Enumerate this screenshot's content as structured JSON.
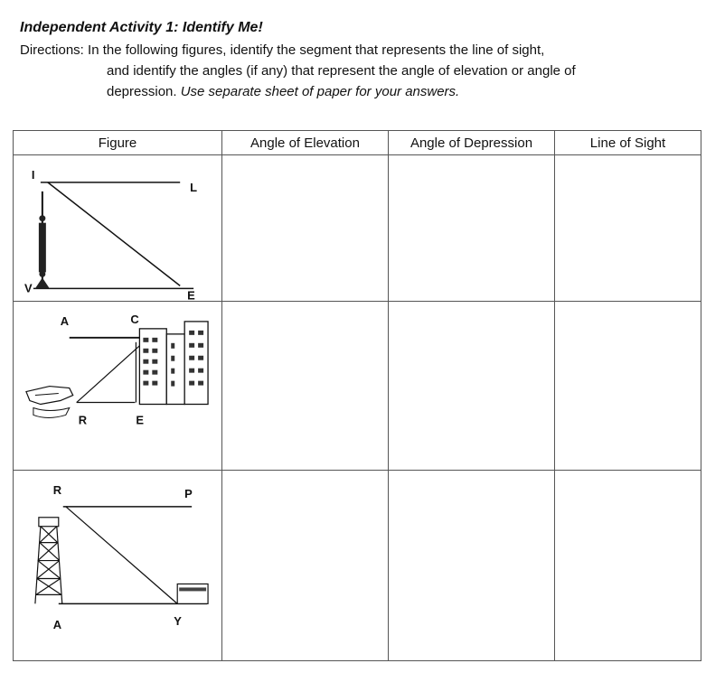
{
  "header": {
    "title": "Independent Activity 1:  Identify Me!",
    "directions_line1": "Directions: In the following figures, identify the segment that represents the line of  sight,",
    "directions_line2": "and identify the angles (if any) that represent the angle of elevation or angle of",
    "directions_line3_normal": "depression. ",
    "directions_line3_italic": "Use separate sheet of paper for your answers."
  },
  "table": {
    "columns": [
      "Figure",
      "Angle of Elevation",
      "Angle of Depression",
      "Line of Sight"
    ],
    "rows": [
      {
        "figure": "tower",
        "labels": {
          "top_left": "I",
          "top_right": "L",
          "bottom_left": "V",
          "bottom_right": "E"
        }
      },
      {
        "figure": "buildings",
        "labels": {
          "top_left": "A",
          "top_right": "C",
          "bottom_left": "R",
          "bottom_right": "E"
        }
      },
      {
        "figure": "lighthouse",
        "labels": {
          "top_left": "R",
          "top_right": "P",
          "bottom_left": "A",
          "bottom_right": "Y"
        }
      }
    ]
  }
}
